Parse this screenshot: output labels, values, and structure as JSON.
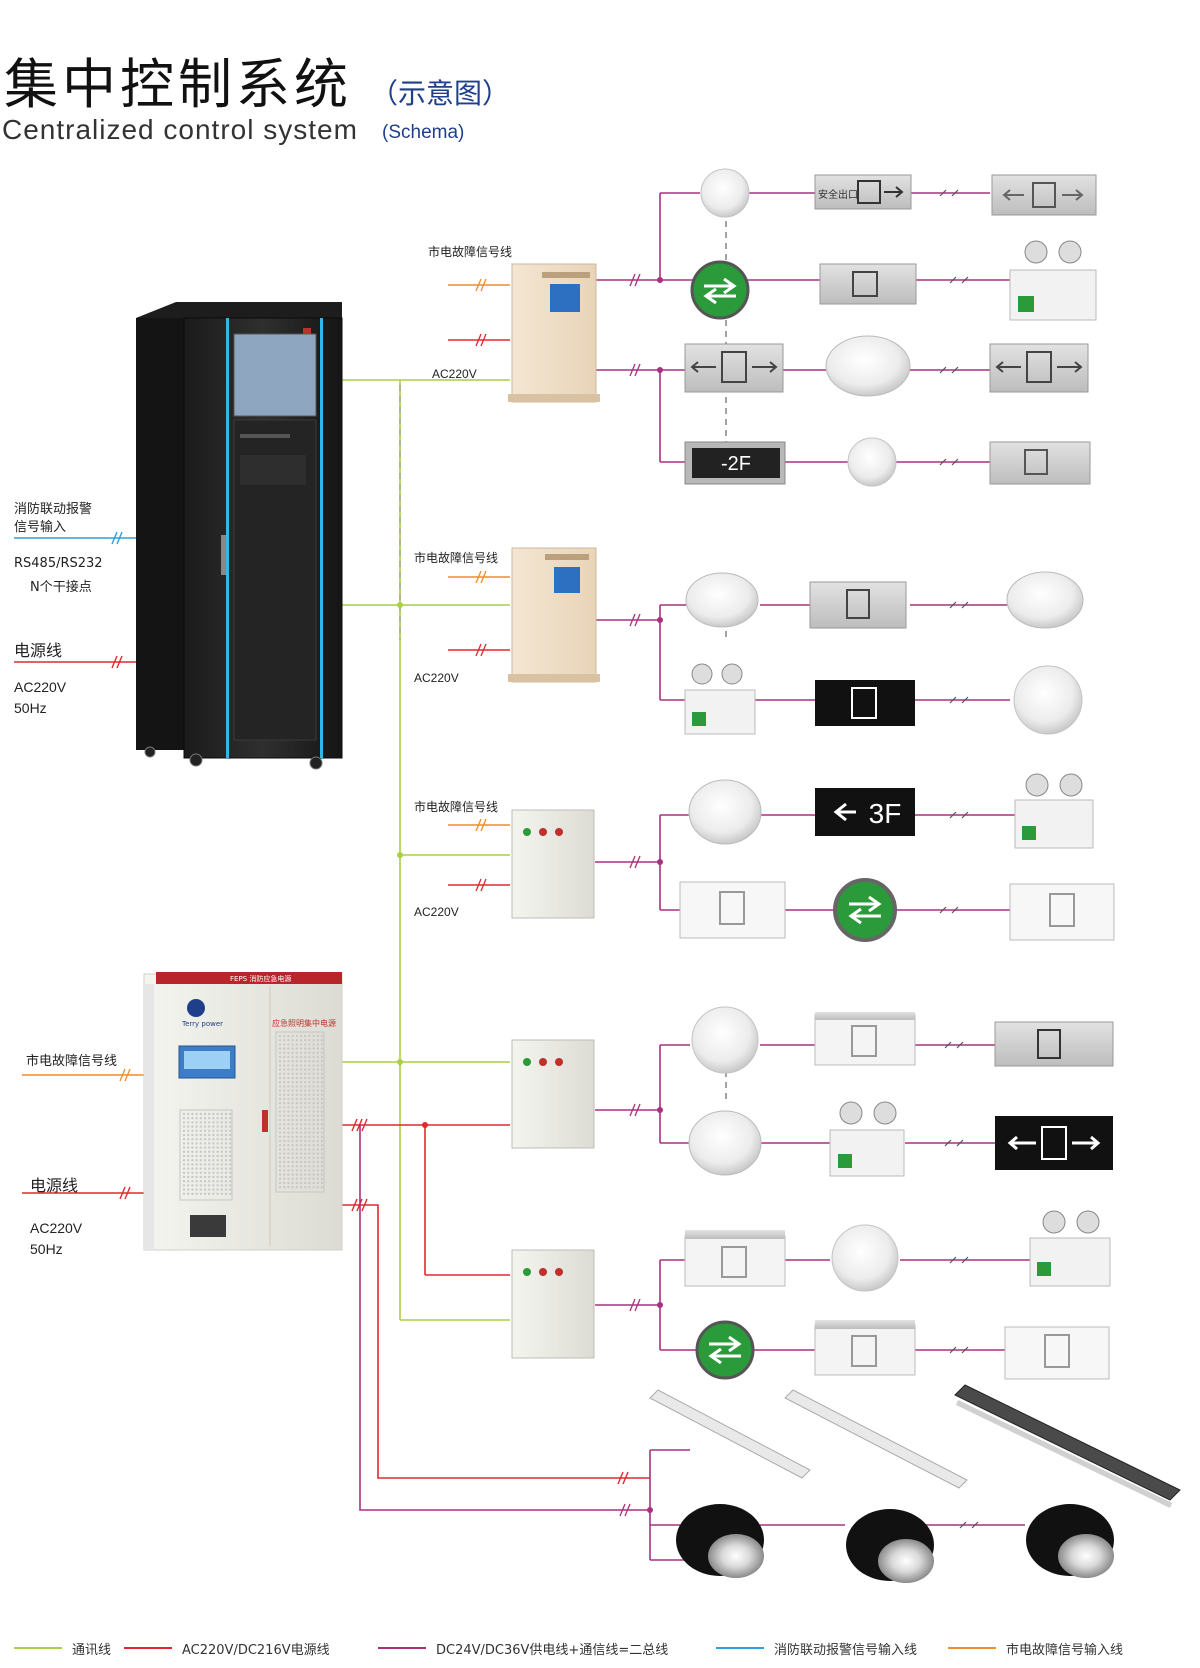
{
  "header": {
    "title_zh": "集中控制系统",
    "title_zh_sub": "（示意图）",
    "title_en": "Centralized control system",
    "title_en_sub": "(Schema)"
  },
  "left_labels": {
    "fire_alarm_line1": "消防联动报警",
    "fire_alarm_line2": "信号输入",
    "rs485": "RS485/RS232",
    "contacts": "N个干接点",
    "power_line_1": "电源线",
    "power_ac_1": "AC220V",
    "power_hz_1": "50Hz",
    "mains_fault_left": "市电故障信号线",
    "power_line_2": "电源线",
    "power_ac_2": "AC220V",
    "power_hz_2": "50Hz"
  },
  "distribution_labels": {
    "mains_fault_1": "市电故障信号线",
    "ac_1": "AC220V",
    "mains_fault_2": "市电故障信号线",
    "ac_2": "AC220V",
    "mains_fault_3": "市电故障信号线",
    "ac_3": "AC220V"
  },
  "equipment_text": {
    "eps_header": "FEPS 消防应急电源",
    "eps_brand": "Terry power",
    "eps_panel_title": "应急照明集中电源",
    "sign_neg2f": "-2F",
    "sign_3f": "3F",
    "exit_text": "安全出口"
  },
  "legend": [
    {
      "label": "通讯线",
      "color": "#a8cf45"
    },
    {
      "label": "AC220V/DC216V电源线",
      "color": "#e0282e"
    },
    {
      "label": "DC24V/DC36V供电线+通信线=二总线",
      "color": "#a8317f"
    },
    {
      "label": "消防联动报警信号输入线",
      "color": "#2aa1dc"
    },
    {
      "label": "市电故障信号输入线",
      "color": "#f08c2a"
    }
  ],
  "colors": {
    "comm_line": "#a8cf45",
    "power_line": "#e0282e",
    "bus_line": "#a8317f",
    "fire_line": "#2aa1dc",
    "fault_line": "#f08c2a",
    "title_accent": "#1f3f8a",
    "exit_green": "#2a9a3a"
  }
}
